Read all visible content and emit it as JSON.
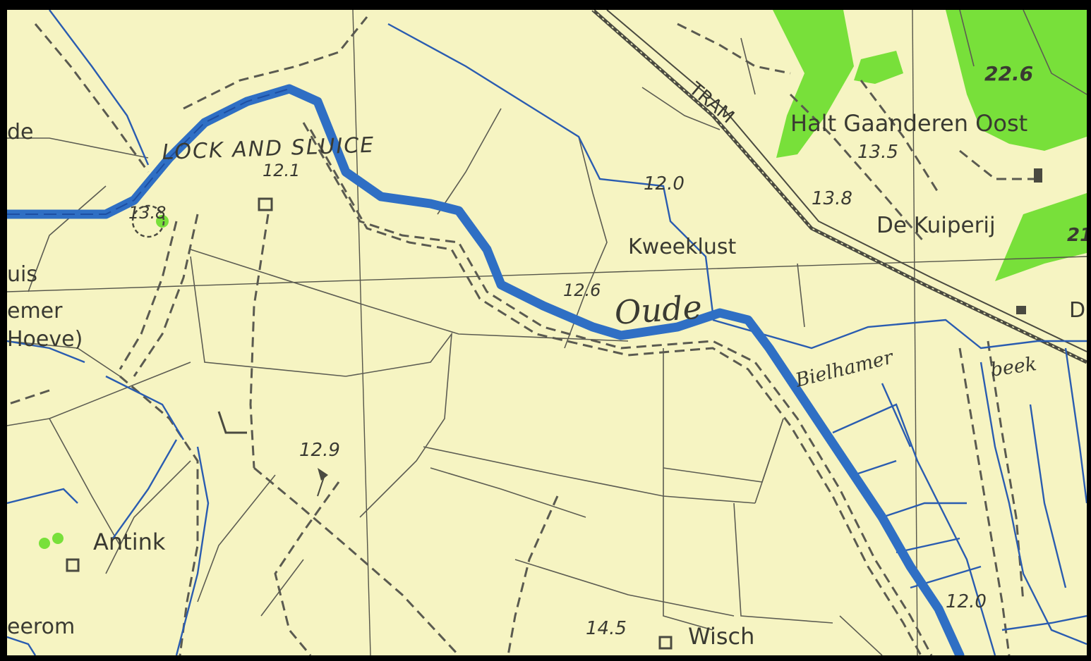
{
  "map": {
    "labels": {
      "lock_and_sluice": "LOCK AND SLUICE",
      "tram": "TRAM",
      "halt_gaanderen": "Halt Gaanderen Oost",
      "de_kuiperij": "De Kuiperij",
      "kweeklust": "Kweeklust",
      "oude": "Oude",
      "bielhamer": "Bielhamer",
      "beek": "beek",
      "antink": "Antink",
      "wisch": "Wisch",
      "de_left": "de",
      "uis_left": "uis",
      "emer_left": "emer",
      "hoeve_left": "Hoeve)",
      "eerom_left": "eerom",
      "d_right": "D"
    },
    "spot_heights": {
      "h_12_1": "12.1",
      "h_13_8_left": "13.8",
      "h_12_0_top": "12.0",
      "h_13_5": "13.5",
      "h_13_8_right": "13.8",
      "h_22_6": "22.6",
      "h_21": "21",
      "h_12_6": "12.6",
      "h_12_9": "12.9",
      "h_14_5": "14.5",
      "h_12_0_bottom": "12.0"
    },
    "colors": {
      "paper": "#f6f4c2",
      "river": "#2f6fc4",
      "stream": "#2a5cb0",
      "woodland": "#78e03a",
      "ink": "#3a3a32"
    }
  }
}
